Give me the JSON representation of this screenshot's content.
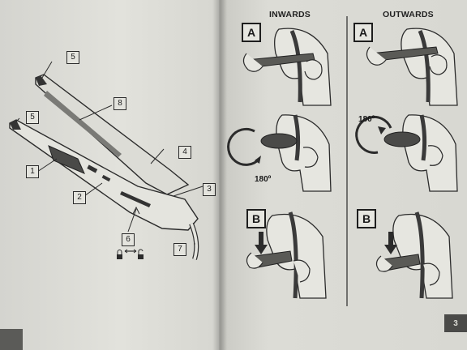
{
  "left_page": {
    "page_number": "",
    "callouts": [
      "5",
      "5",
      "8",
      "1",
      "2",
      "4",
      "3",
      "6",
      "7"
    ]
  },
  "right_page": {
    "page_number": "3",
    "columns": [
      {
        "heading": "INWARDS",
        "steps": [
          {
            "label": "A",
            "rotation": ""
          },
          {
            "label": "",
            "rotation": "180º"
          },
          {
            "label": "B",
            "rotation": ""
          }
        ]
      },
      {
        "heading": "OUTWARDS",
        "steps": [
          {
            "label": "A",
            "rotation": ""
          },
          {
            "label": "",
            "rotation": "180º"
          },
          {
            "label": "B",
            "rotation": ""
          }
        ]
      }
    ]
  }
}
